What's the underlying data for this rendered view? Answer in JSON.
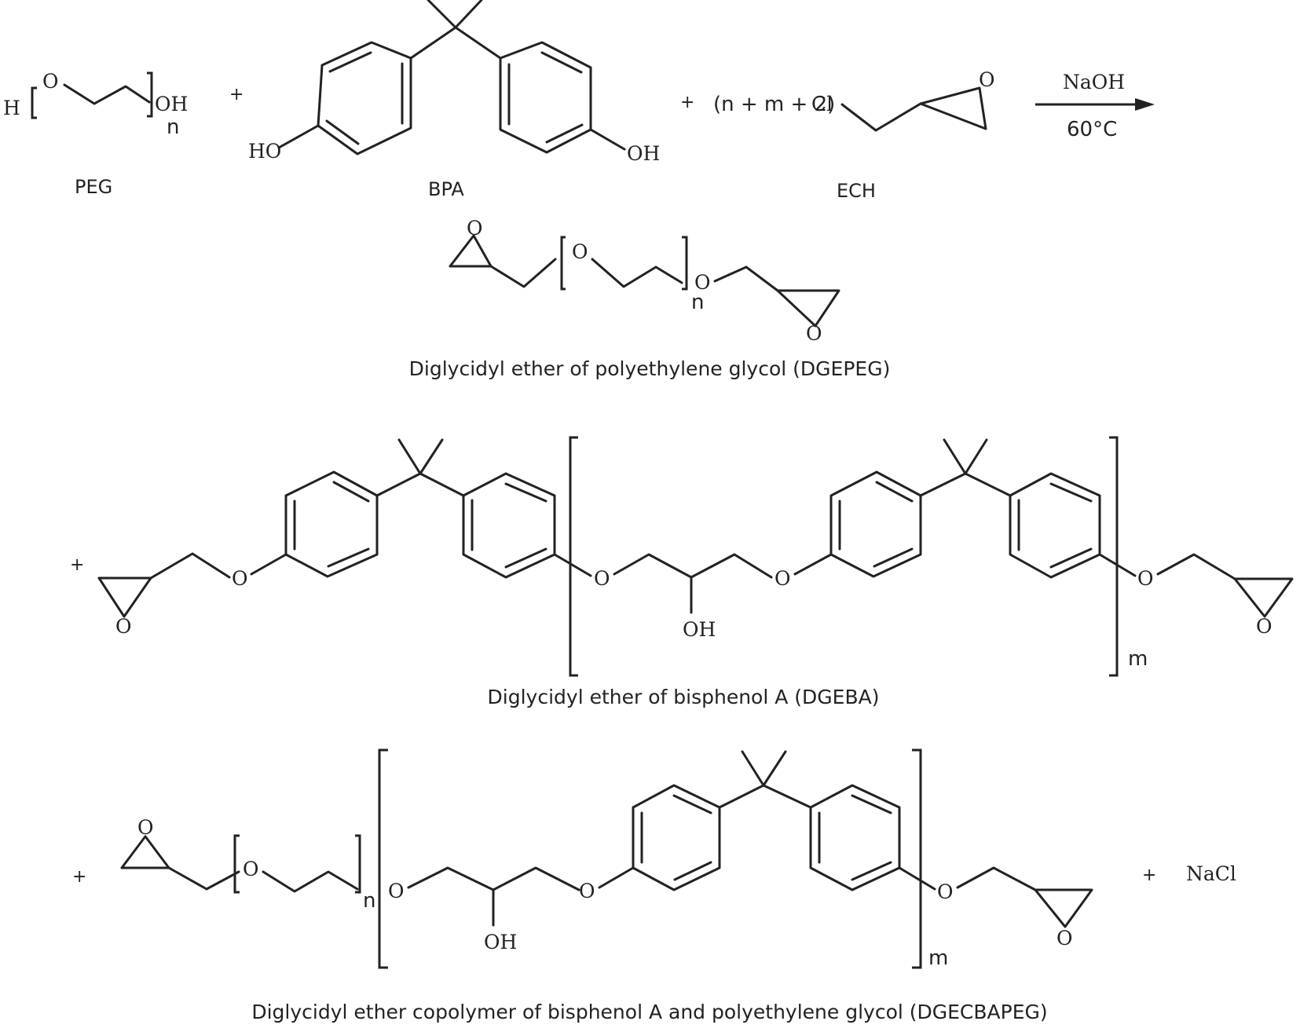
{
  "reagents": {
    "peg_label": "PEG",
    "bpa_label": "BPA",
    "ech_label": "ECH",
    "ech_coeff": "(n + m + 2)",
    "plus": "+"
  },
  "arrow": {
    "top": "NaOH",
    "bottom": "60°C"
  },
  "atoms": {
    "h": "H",
    "o": "O",
    "oh": "OH",
    "ho": "HO",
    "cl": "Cl",
    "nacl": "NaCl"
  },
  "subscripts": {
    "n": "n",
    "m": "m"
  },
  "captions": {
    "dgepeg": "Diglycidyl ether of polyethylene glycol (DGEPEG)",
    "dgeba": "Diglycidyl ether of bisphenol A (DGEBA)",
    "dgecbapeg": "Diglycidyl ether copolymer of bisphenol A and polyethylene glycol (DGECBAPEG)"
  }
}
